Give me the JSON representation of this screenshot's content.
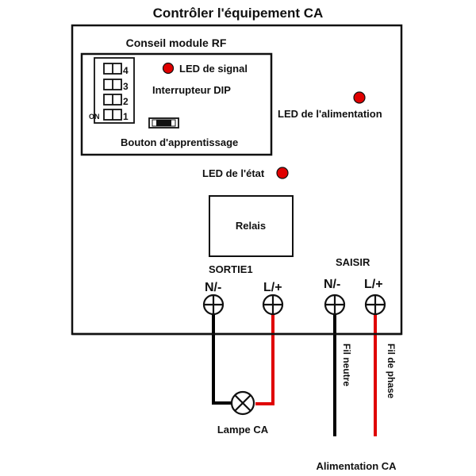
{
  "title": "Contrôler l'équipement CA",
  "rf_module": {
    "title": "Conseil module RF",
    "dip_numbers": [
      "4",
      "3",
      "2",
      "1"
    ],
    "dip_on_label": "ON",
    "dip_label": "Interrupteur DIP",
    "signal_led_label": "LED de signal",
    "learn_button_label": "Bouton d'apprentissage"
  },
  "power_led_label": "LED de l'alimentation",
  "status_led_label": "LED de l'état",
  "relay_label": "Relais",
  "output": {
    "label": "SORTIE1",
    "neutral_label": "N/-",
    "line_label": "L/+"
  },
  "input": {
    "label": "SAISIR",
    "neutral_label": "N/-",
    "line_label": "L/+"
  },
  "lamp_label": "Lampe CA",
  "neutral_wire_label": "Fil neutre",
  "phase_wire_label": "Fil de phase",
  "supply_label": "Alimentation CA",
  "colors": {
    "led": "#e00000",
    "phase_wire": "#e00000",
    "neutral_wire": "#000000",
    "outline": "#111111"
  }
}
